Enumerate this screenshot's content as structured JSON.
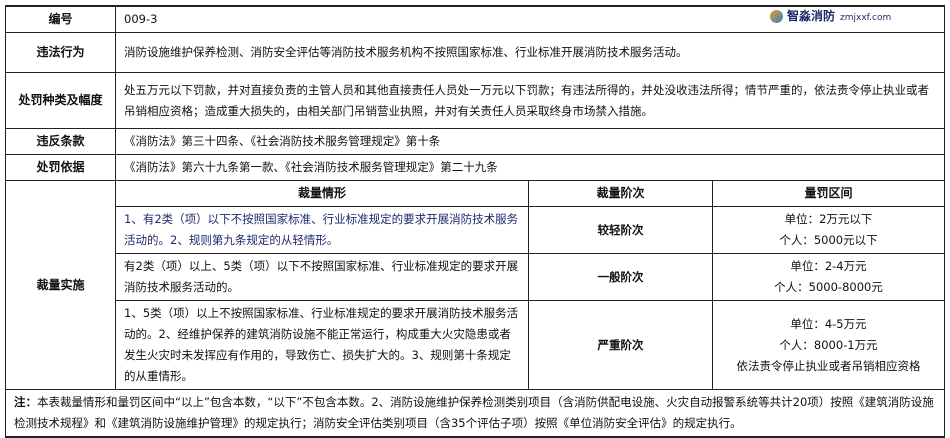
{
  "rows": {
    "id": {
      "label": "编号",
      "value": "009-3"
    },
    "behavior": {
      "label": "违法行为",
      "value": "消防设施维护保养检测、消防安全评估等消防技术服务机构不按照国家标准、行业标准开展消防技术服务活动。"
    },
    "penalty": {
      "label": "处罚种类及幅度",
      "value": "处五万元以下罚款，并对直接负责的主管人员和其他直接责任人员处一万元以下罚款；有违法所得的，并处没收违法所得；情节严重的，依法责令停止执业或者吊销相应资格；造成重大损失的，由相关部门吊销营业执照，并对有关责任人员采取终身市场禁入措施。"
    },
    "violated": {
      "label": "违反条款",
      "value": "《消防法》第三十四条、《社会消防技术服务管理规定》第十条"
    },
    "basis": {
      "label": "处罚依据",
      "value": "《消防法》第六十九条第一款、《社会消防技术服务管理规定》第二十九条"
    }
  },
  "discretion": {
    "label": "裁量实施",
    "headers": [
      "裁量情形",
      "裁量阶次",
      "量罚区间"
    ],
    "items": [
      {
        "situation": "1、有2类（项）以下不按照国家标准、行业标准规定的要求开展消防技术服务活动的。2、规则第九条规定的从轻情形。",
        "level": "较轻阶次",
        "range": [
          "单位：2万元以下",
          "个人：5000元以下"
        ]
      },
      {
        "situation": "有2类（项）以上、5类（项）以下不按照国家标准、行业标准规定的要求开展消防技术服务活动的。",
        "level": "一般阶次",
        "range": [
          "单位：2-4万元",
          "个人：5000-8000元"
        ]
      },
      {
        "situation": "1、5类（项）以上不按照国家标准、行业标准规定的要求开展消防技术服务活动的。2、经维护保养的建筑消防设施不能正常运行，构成重大火灾隐患或者发生火灾时未发挥应有作用的，导致伤亡、损失扩大的。3、规则第十条规定的从重情形。",
        "level": "严重阶次",
        "range": [
          "单位：4-5万元",
          "个人：8000-1万元",
          "依法责令停止执业或者吊销相应资格"
        ]
      }
    ]
  },
  "note": {
    "label": "注：",
    "text": "本表裁量情形和量罚区间中“以上”包含本数，“以下”不包含本数。2、消防设施维护保养检测类别项目（含消防供配电设施、火灾自动报警系统等共计20项）按照《建筑消防设施检测技术规程》和《建筑消防设施维护管理》的规定执行；消防安全评估类别项目（含35个评估子项）按照《单位消防安全评估》的规定执行。"
  },
  "watermark": {
    "name": "智淼消防",
    "url": "zmjxxf.com"
  }
}
